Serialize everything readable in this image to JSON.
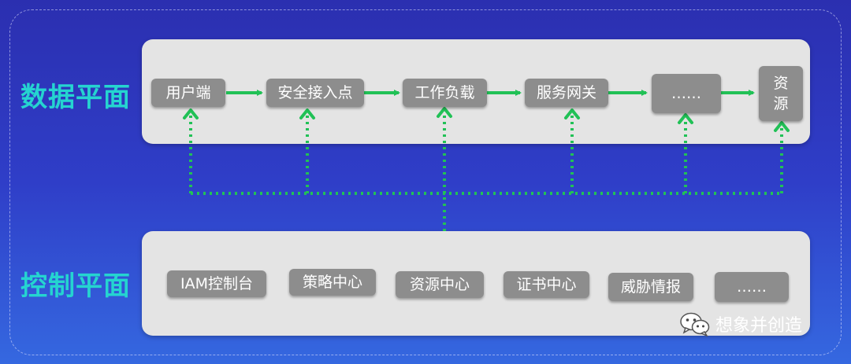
{
  "data_plane": {
    "label": "数据平面",
    "nodes": [
      "用户端",
      "安全接入点",
      "工作负载",
      "服务网关",
      "……",
      "资源"
    ]
  },
  "control_plane": {
    "label": "控制平面",
    "nodes": [
      "IAM控制台",
      "策略中心",
      "资源中心",
      "证书中心",
      "威胁情报",
      "……"
    ]
  },
  "watermark": {
    "text": "想象并创造",
    "icon": "wechat-icon"
  },
  "colors": {
    "arrow": "#21c156",
    "label": "#25d4d0",
    "box": "#8d8d8d",
    "panel": "#e4e4e4"
  }
}
